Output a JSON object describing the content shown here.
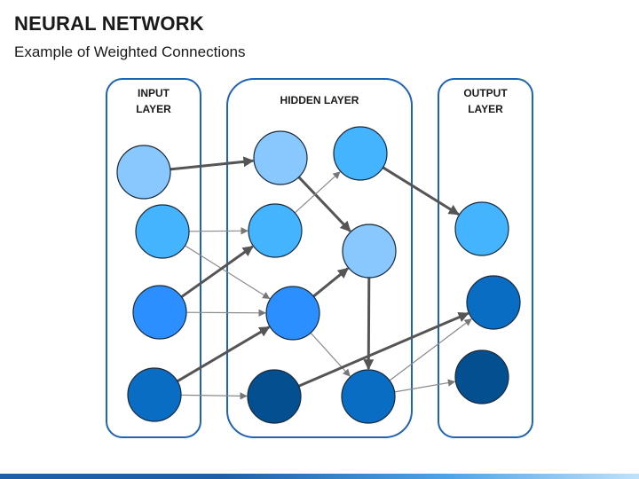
{
  "header": {
    "title": "NEURAL NETWORK",
    "subtitle": "Example of Weighted Connections"
  },
  "layers": {
    "input": {
      "label_line1": "INPUT",
      "label_line2": "LAYER"
    },
    "hidden": {
      "label": "HIDDEN LAYER"
    },
    "output": {
      "label_line1": "OUTPUT",
      "label_line2": "LAYER"
    }
  },
  "colors": {
    "layer_border": "#1f63b4",
    "connection": "#555555",
    "node_stroke": "#1a2a3a",
    "footer_bar_start": "#1f5fa8",
    "footer_bar_end": "#bfe2fb"
  },
  "nodes": [
    {
      "id": "in1",
      "layer": "input",
      "fill": "#88c8ff"
    },
    {
      "id": "in2",
      "layer": "input",
      "fill": "#45b4ff"
    },
    {
      "id": "in3",
      "layer": "input",
      "fill": "#2b8fff"
    },
    {
      "id": "in4",
      "layer": "input",
      "fill": "#0a6dc4"
    },
    {
      "id": "h1",
      "layer": "hidden",
      "fill": "#88c8ff"
    },
    {
      "id": "h2",
      "layer": "hidden",
      "fill": "#45b4ff"
    },
    {
      "id": "h3",
      "layer": "hidden",
      "fill": "#2b8fff"
    },
    {
      "id": "h4",
      "layer": "hidden",
      "fill": "#044f8f"
    },
    {
      "id": "h5",
      "layer": "hidden",
      "fill": "#45b4ff"
    },
    {
      "id": "h6",
      "layer": "hidden",
      "fill": "#88c8ff"
    },
    {
      "id": "h7",
      "layer": "hidden",
      "fill": "#0a6dc4"
    },
    {
      "id": "out1",
      "layer": "output",
      "fill": "#45b4ff"
    },
    {
      "id": "out2",
      "layer": "output",
      "fill": "#0a6dc4"
    },
    {
      "id": "out3",
      "layer": "output",
      "fill": "#044f8f"
    }
  ],
  "connections": [
    {
      "from": "in1",
      "to": "h1",
      "weight": "heavy"
    },
    {
      "from": "in2",
      "to": "h2",
      "weight": "light"
    },
    {
      "from": "in2",
      "to": "h3",
      "weight": "light"
    },
    {
      "from": "in3",
      "to": "h2",
      "weight": "heavy"
    },
    {
      "from": "in3",
      "to": "h3",
      "weight": "light"
    },
    {
      "from": "in4",
      "to": "h3",
      "weight": "heavy"
    },
    {
      "from": "in4",
      "to": "h4",
      "weight": "light"
    },
    {
      "from": "h1",
      "to": "h6",
      "weight": "heavy"
    },
    {
      "from": "h2",
      "to": "h5",
      "weight": "light"
    },
    {
      "from": "h3",
      "to": "h6",
      "weight": "heavy"
    },
    {
      "from": "h3",
      "to": "h7",
      "weight": "light"
    },
    {
      "from": "h4",
      "to": "out2",
      "weight": "heavy"
    },
    {
      "from": "h5",
      "to": "out1",
      "weight": "heavy"
    },
    {
      "from": "h6",
      "to": "h7",
      "weight": "heavy"
    },
    {
      "from": "h7",
      "to": "out2",
      "weight": "light"
    },
    {
      "from": "h7",
      "to": "out3",
      "weight": "light"
    }
  ]
}
